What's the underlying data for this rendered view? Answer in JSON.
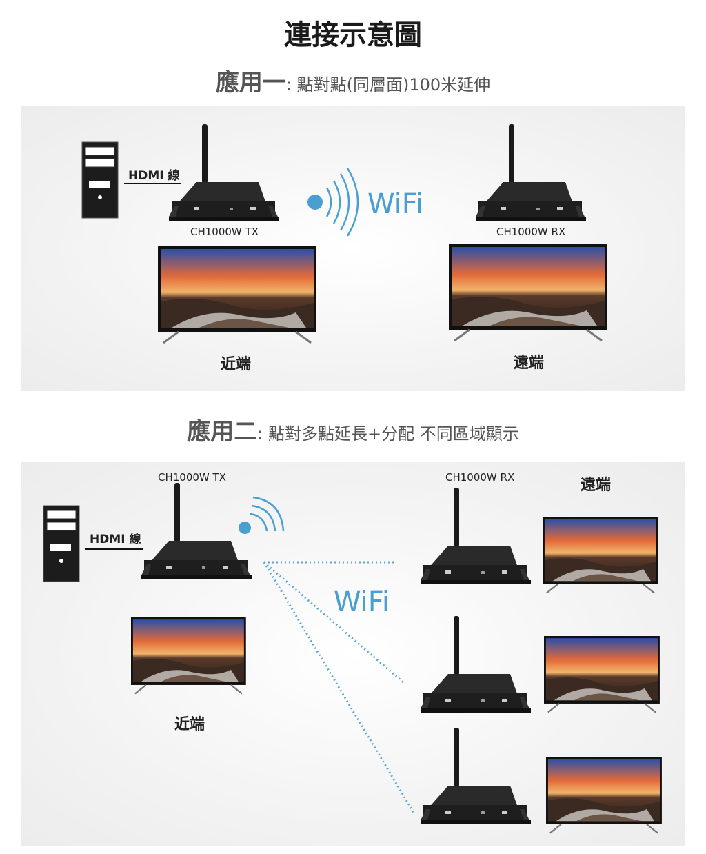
{
  "title": "連接示意圖",
  "app1": {
    "heading_main": "應用一",
    "heading_sub": ": 點對點(同層面)100米延伸",
    "cable_label": "HDMI 線",
    "wifi_label": "WiFi",
    "tx_label": "CH1000W TX",
    "rx_label": "CH1000W RX",
    "near_label": "近端",
    "far_label": "遠端"
  },
  "app2": {
    "heading_main": "應用二",
    "heading_sub": ": 點對多點延長+分配 不同區域顯示",
    "cable_label": "HDMI 線",
    "wifi_label": "WiFi",
    "tx_label": "CH1000W TX",
    "rx_label": "CH1000W RX",
    "near_label": "近端",
    "far_label": "遠端"
  },
  "colors": {
    "wifi_blue": "#4a9fd1",
    "device_black": "#1e1e1e",
    "dotted_line": "#5aa7d6"
  }
}
